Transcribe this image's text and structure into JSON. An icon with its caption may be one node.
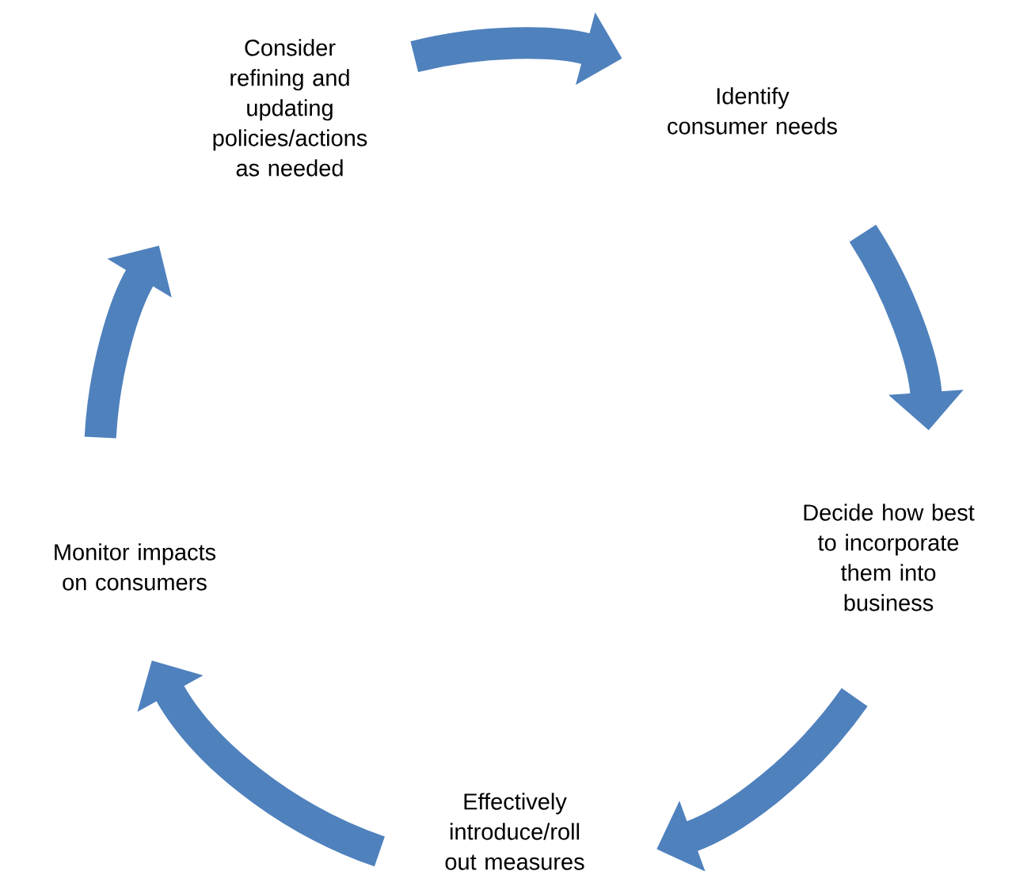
{
  "diagram": {
    "nodes": [
      {
        "text": [
          "Consider refining and updating policies/actions as needed"
        ]
      },
      {
        "text": [
          "Identify consumer needs"
        ]
      },
      {
        "text": [
          "Decide how best to incorporate them into business"
        ]
      },
      {
        "text": [
          "Effectively introduce/roll out measures"
        ]
      },
      {
        "text": [
          "Monitor impacts on consumers"
        ]
      }
    ],
    "edges": [
      {
        "from": 0,
        "to": 1,
        "arrow": "to"
      },
      {
        "from": 1,
        "to": 2,
        "arrow": "to"
      },
      {
        "from": 2,
        "to": 3,
        "arrow": "to"
      },
      {
        "from": 3,
        "to": 4,
        "arrow": "to"
      },
      {
        "from": 4,
        "to": 0,
        "arrow": "to"
      }
    ]
  }
}
